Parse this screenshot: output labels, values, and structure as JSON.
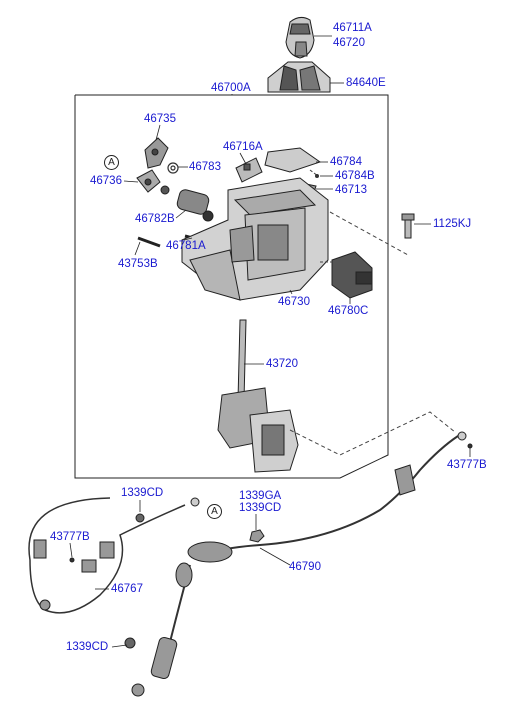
{
  "parts": {
    "knob_a": "46711A",
    "knob_b": "46720",
    "boot": "84640E",
    "assembly": "46700A",
    "p46735": "46735",
    "p46716A": "46716A",
    "p46783": "46783",
    "p46784": "46784",
    "p46736": "46736",
    "p46784B": "46784B",
    "p46713": "46713",
    "p1125KJ": "1125KJ",
    "p46782B": "46782B",
    "p46781A": "46781A",
    "p43753B": "43753B",
    "p46730": "46730",
    "p46780C": "46780C",
    "p43720": "43720",
    "p43777B_right": "43777B",
    "p1339CD_top": "1339CD",
    "p1339GA": "1339GA",
    "p1339CD_mid": "1339CD",
    "p43777B_left": "43777B",
    "p46790": "46790",
    "p46767": "46767",
    "p1339CD_bottom": "1339CD"
  },
  "callouts": {
    "upper": "A",
    "lower": "A"
  },
  "colors": {
    "label": "#1a1ad0",
    "line": "#222222"
  }
}
